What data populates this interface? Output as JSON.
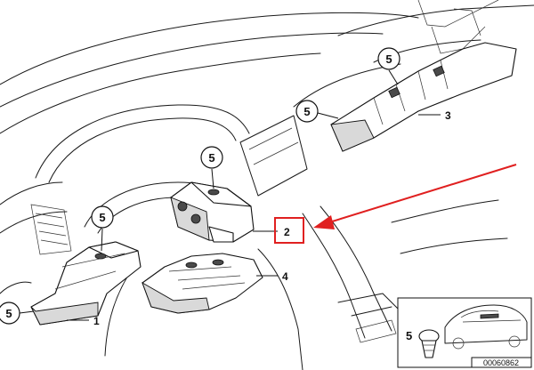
{
  "callouts": {
    "c5": "5"
  },
  "parts": {
    "p1": "1",
    "p2": "2",
    "p3": "3",
    "p4": "4"
  },
  "inset": {
    "callout": "5",
    "reference": "00060862"
  },
  "colors": {
    "highlight": "#e02020",
    "line": "#111111"
  }
}
